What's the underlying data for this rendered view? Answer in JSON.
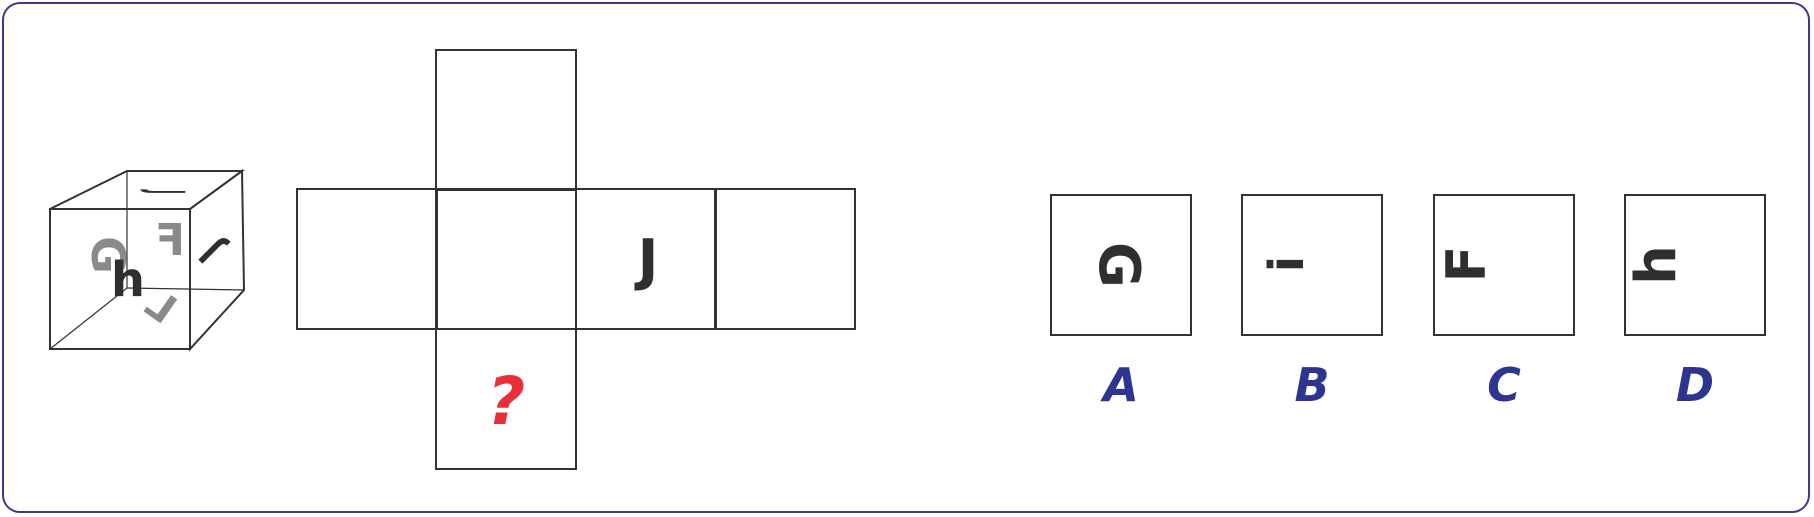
{
  "colors": {
    "frame": "#3a3a8c",
    "line": "#333333",
    "dark_letter": "#2f2f2f",
    "gray_letter": "#8a8a8a",
    "question": "#e8303a",
    "option_label": "#2e3590"
  },
  "cube": {
    "top_face_letter": "J",
    "front_face_letter": "G",
    "right_face_letter": "F",
    "inner_letter": "h",
    "bottom_letter": "L"
  },
  "net": {
    "top": "",
    "left": "",
    "center": "",
    "right_1": "J",
    "right_2": "",
    "bottom": "?"
  },
  "options": [
    {
      "label": "A",
      "glyph": "G"
    },
    {
      "label": "B",
      "glyph": "i"
    },
    {
      "label": "C",
      "glyph": "F"
    },
    {
      "label": "D",
      "glyph": "h"
    }
  ]
}
